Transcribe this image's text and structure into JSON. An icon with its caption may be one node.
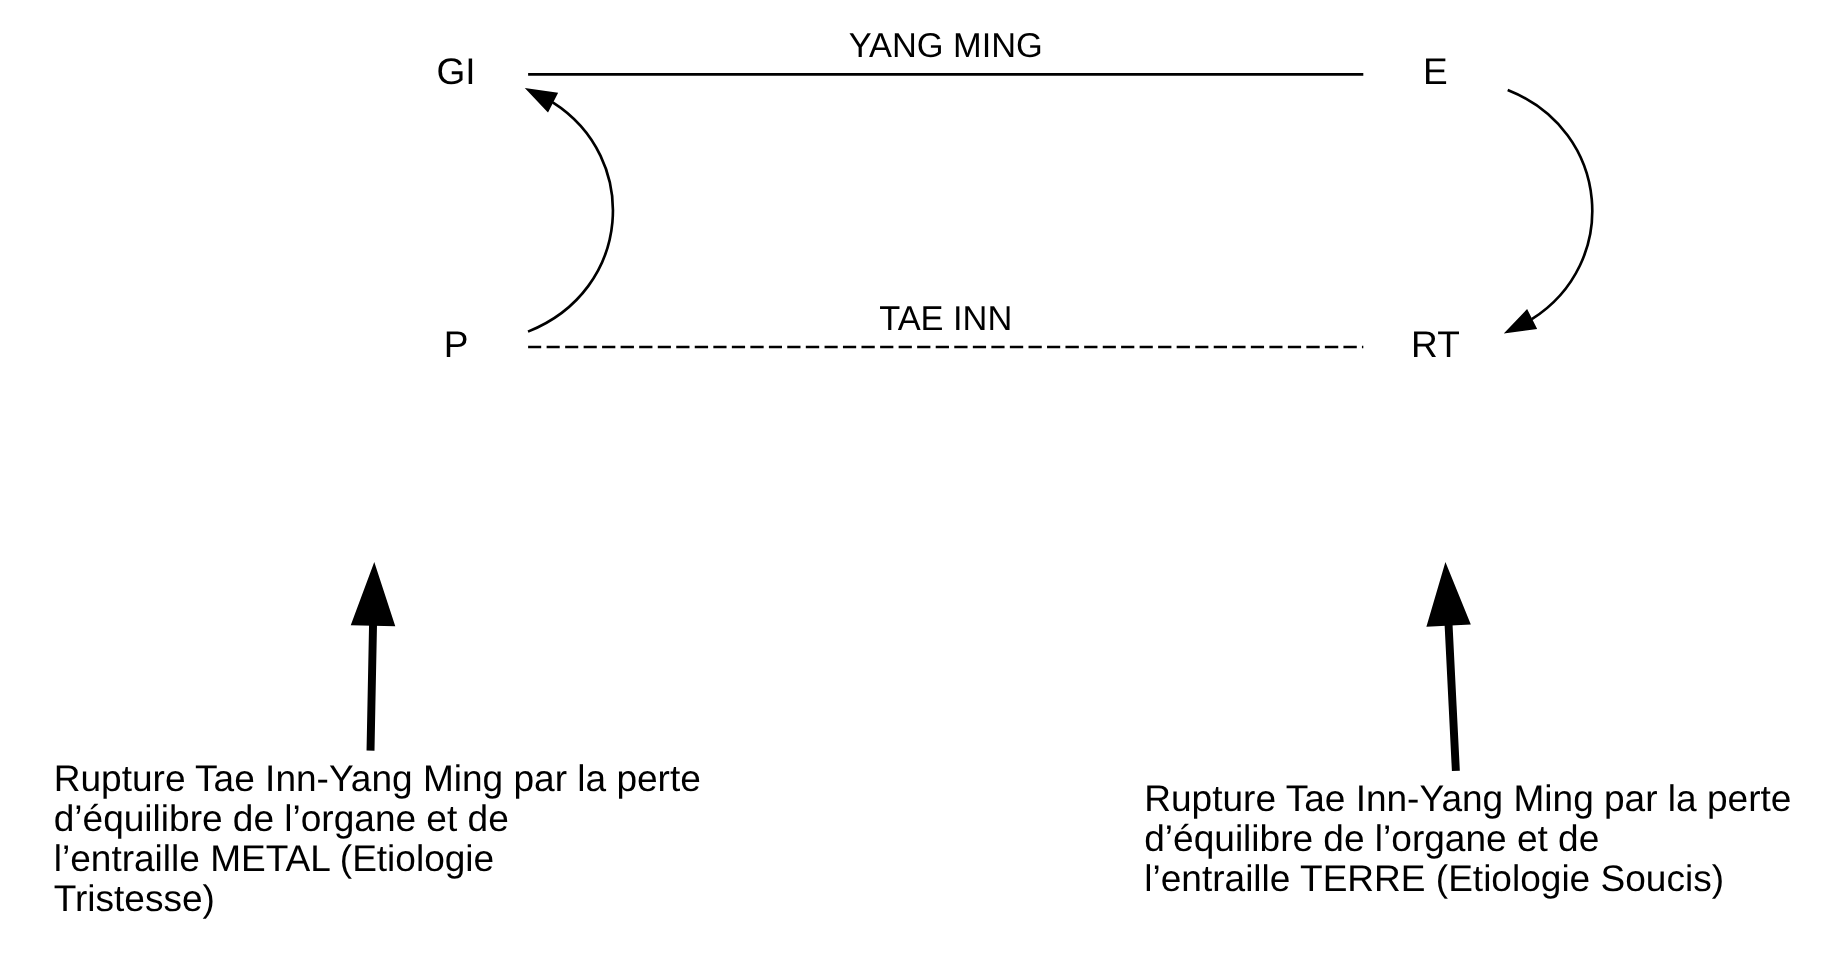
{
  "diagram": {
    "nodes": [
      {
        "text": [
          "GI"
        ]
      },
      {
        "text": [
          "E"
        ]
      },
      {
        "text": [
          "P"
        ]
      },
      {
        "text": [
          "RT"
        ]
      },
      {
        "text": [
          "Rupture Tae Inn-Yang Ming par la perte d’équilibre de l’organe et de l’entraille METAL (Etiologie Tristesse)"
        ]
      },
      {
        "text": [
          "Rupture Tae Inn-Yang Ming par la perte d’équilibre de l’organe et de l’entraille TERRE (Etiologie Soucis)"
        ]
      }
    ],
    "edges": [
      {
        "from": 0,
        "to": 1,
        "arrow": "none",
        "label": "YANG MING"
      },
      {
        "from": 2,
        "to": 3,
        "arrow": "none",
        "label": "TAE INN",
        "style": "dashed"
      },
      {
        "from": 2,
        "to": 0,
        "arrow": "to"
      },
      {
        "from": 1,
        "to": 3,
        "arrow": "to"
      },
      {
        "from": 4,
        "to": null,
        "arrow": "to",
        "style": "thick"
      },
      {
        "from": 5,
        "to": null,
        "arrow": "to",
        "style": "thick"
      }
    ]
  }
}
